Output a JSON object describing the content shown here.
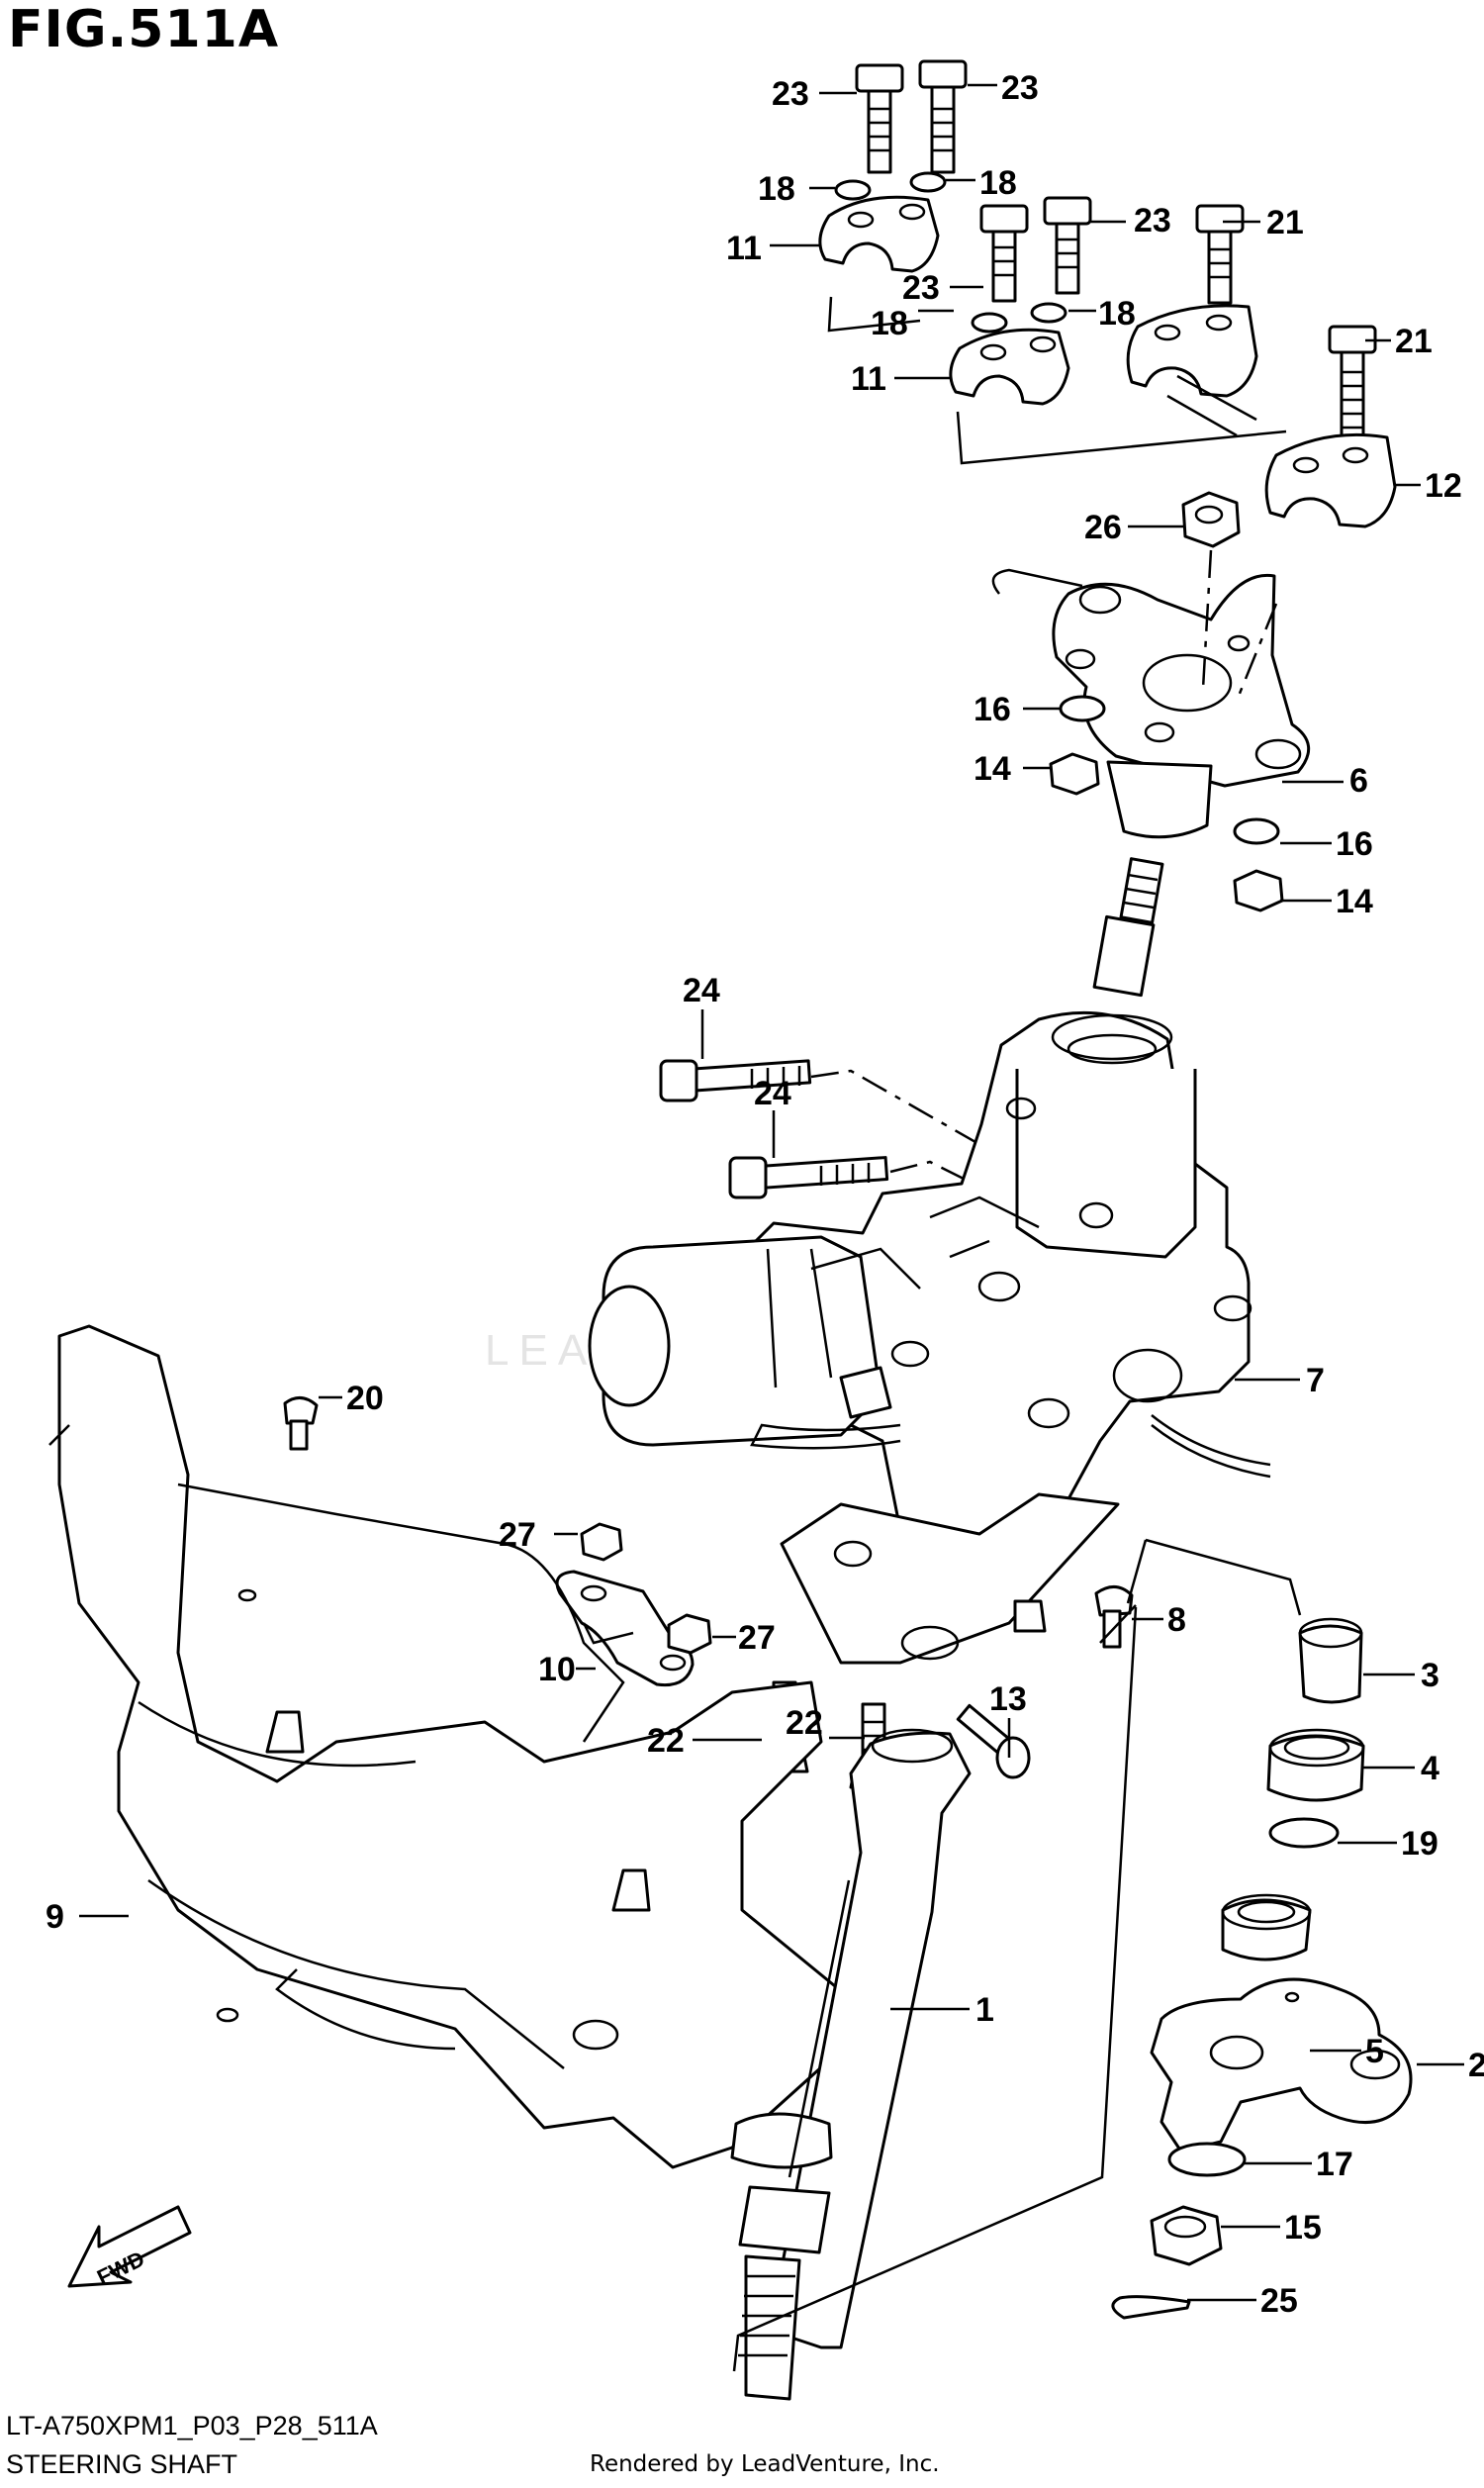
{
  "figure": {
    "title": "FIG.511A",
    "code": "LT-A750XPM1_P03_P28_511A",
    "name": "STEERING SHAFT",
    "credit": "Rendered by LeadVenture, Inc.",
    "watermark": "LEADVENTURE",
    "fwd_label": "FWD"
  },
  "callouts": [
    "23",
    "23",
    "18",
    "18",
    "11",
    "23",
    "23",
    "21",
    "18",
    "18",
    "11",
    "21",
    "12",
    "26",
    "16",
    "14",
    "6",
    "16",
    "14",
    "24",
    "24",
    "7",
    "20",
    "27",
    "8",
    "27",
    "10",
    "22",
    "22",
    "13",
    "3",
    "4",
    "9",
    "19",
    "1",
    "5",
    "2",
    "17",
    "15",
    "25"
  ],
  "colors": {
    "ink": "#000000",
    "paper": "#ffffff",
    "watermark": "#e4e4e4"
  }
}
